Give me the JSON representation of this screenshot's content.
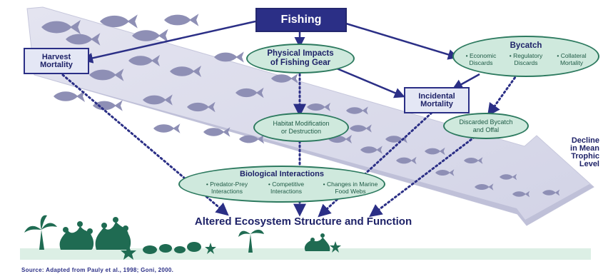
{
  "title": "Fishing",
  "nodes": {
    "harvest_mortality": "Harvest\nMortality",
    "physical_impacts": "Physical Impacts\nof Fishing Gear",
    "bycatch": {
      "title": "Bycatch",
      "items": [
        "• Economic\nDiscards",
        "• Regulatory\nDiscards",
        "• Collateral\nMortality"
      ]
    },
    "incidental_mortality": "Incidental\nMortality",
    "habitat_modification": "Habitat Modification\nor Destruction",
    "discarded_bycatch": "Discarded Bycatch\nand Offal",
    "biological_interactions": {
      "title": "Biological Interactions",
      "items": [
        "• Predator-Prey\nInteractions",
        "• Competitive\nInteractions",
        "• Changes in Marine\nFood Webs"
      ]
    }
  },
  "trend_label": "Decline\nin Mean\nTrophic\nLevel",
  "outcome": "Altered Ecosystem Structure and Function",
  "source": "Source: Adapted from Pauly et al., 1998; Goni, 2000.",
  "colors": {
    "navy": "#2b2f86",
    "arrow_band": "#e7e7f1",
    "fish": "#8e8fb5",
    "ellipse_fill": "#cfe9dd",
    "ellipse_border": "#2d7a5f",
    "seabed": "#dcefe5",
    "seabed_life": "#1f6b52"
  }
}
